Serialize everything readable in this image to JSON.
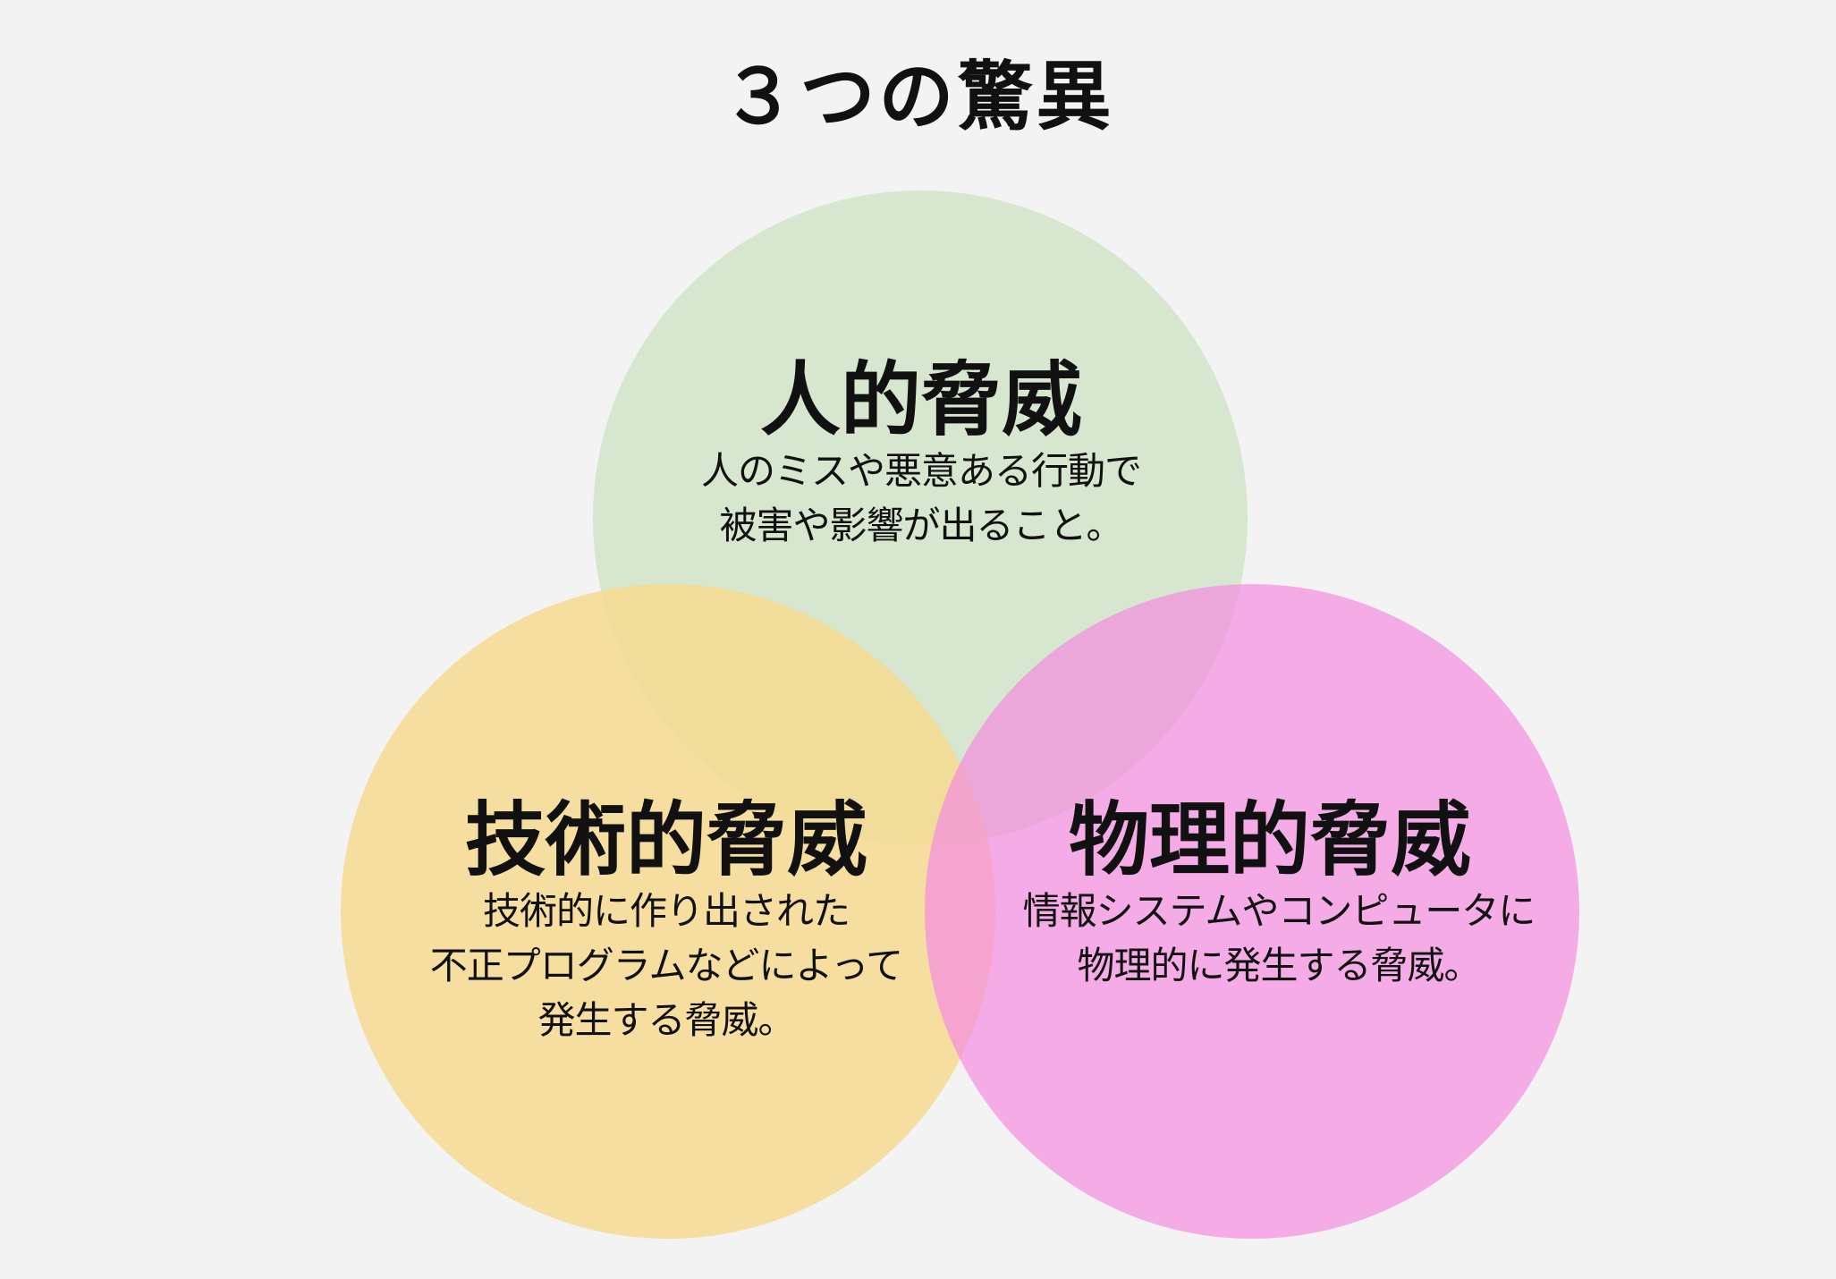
{
  "title": "３つの驚異",
  "colors": {
    "background": "#f3f3f3",
    "human_circle": "#cfe2c4",
    "technical_circle": "#f7d98f",
    "physical_circle": "#f48be0",
    "text": "#111111"
  },
  "threats": {
    "human": {
      "heading": "人的脅威",
      "description": "人のミスや悪意ある行動で\n被害や影響が出ること。"
    },
    "technical": {
      "heading": "技術的脅威",
      "description": "技術的に作り出された\n不正プログラムなどによって\n発生する脅威。"
    },
    "physical": {
      "heading": "物理的脅威",
      "description": "情報システムやコンピュータに\n物理的に発生する脅威。"
    }
  }
}
